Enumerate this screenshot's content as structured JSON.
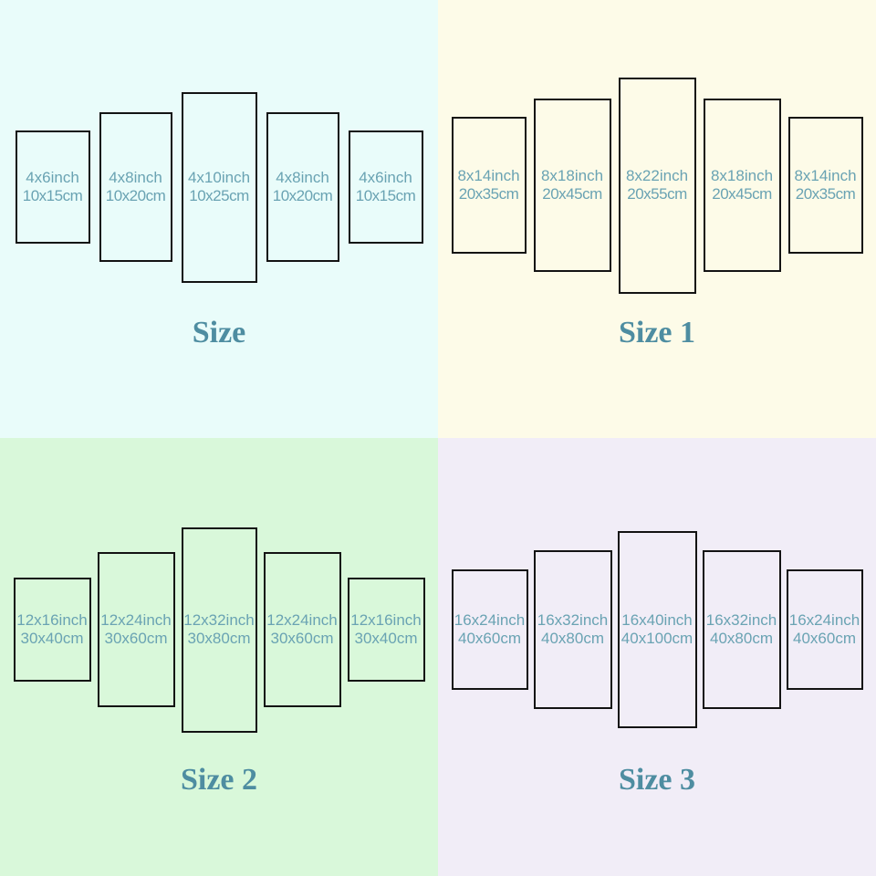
{
  "colors": {
    "quadrant1_bg": "#e9fcfa",
    "quadrant2_bg": "#fdfbe8",
    "quadrant3_bg": "#d9f8da",
    "quadrant4_bg": "#f1edf7",
    "panel_border": "#131313",
    "label_text": "#6aa3b3",
    "title_text": "#4e8da1"
  },
  "quadrants": [
    {
      "title": "Size",
      "bg": "#e9fcfa",
      "panels": [
        {
          "inch": "4x6inch",
          "cm": "10x15cm"
        },
        {
          "inch": "4x8inch",
          "cm": "10x20cm"
        },
        {
          "inch": "4x10inch",
          "cm": "10x25cm"
        },
        {
          "inch": "4x8inch",
          "cm": "10x20cm"
        },
        {
          "inch": "4x6inch",
          "cm": "10x15cm"
        }
      ]
    },
    {
      "title": "Size 1",
      "bg": "#fdfbe8",
      "panels": [
        {
          "inch": "8x14inch",
          "cm": "20x35cm"
        },
        {
          "inch": "8x18inch",
          "cm": "20x45cm"
        },
        {
          "inch": "8x22inch",
          "cm": "20x55cm"
        },
        {
          "inch": "8x18inch",
          "cm": "20x45cm"
        },
        {
          "inch": "8x14inch",
          "cm": "20x35cm"
        }
      ]
    },
    {
      "title": "Size 2",
      "bg": "#d9f8da",
      "panels": [
        {
          "inch": "12x16inch",
          "cm": "30x40cm"
        },
        {
          "inch": "12x24inch",
          "cm": "30x60cm"
        },
        {
          "inch": "12x32inch",
          "cm": "30x80cm"
        },
        {
          "inch": "12x24inch",
          "cm": "30x60cm"
        },
        {
          "inch": "12x16inch",
          "cm": "30x40cm"
        }
      ]
    },
    {
      "title": "Size 3",
      "bg": "#f1edf7",
      "panels": [
        {
          "inch": "16x24inch",
          "cm": "40x60cm"
        },
        {
          "inch": "16x32inch",
          "cm": "40x80cm"
        },
        {
          "inch": "16x40inch",
          "cm": "40x100cm"
        },
        {
          "inch": "16x32inch",
          "cm": "40x80cm"
        },
        {
          "inch": "16x24inch",
          "cm": "40x60cm"
        }
      ]
    }
  ]
}
